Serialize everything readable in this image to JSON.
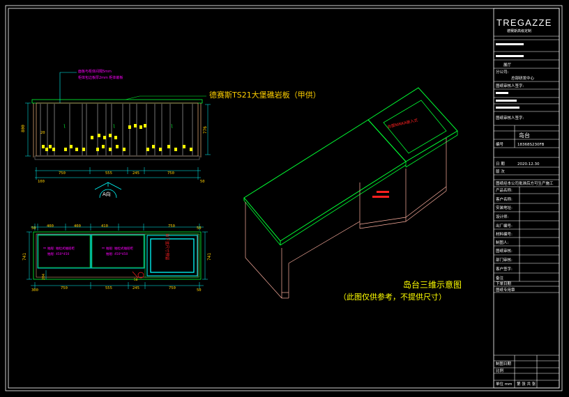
{
  "colors": {
    "background": "#000000",
    "frame": "#ffffff",
    "green": "#00ff33",
    "cyan": "#00ffff",
    "yellow": "#ffff00",
    "gold": "#ffd000",
    "magenta": "#ff00ff",
    "red": "#ff0000",
    "salmon": "#ffb0a0",
    "wood": "#d8a070",
    "gray": "#8c8c8c"
  },
  "titleblock": {
    "brand": "TREGAZZE",
    "brand_sub": "德赛斯高级定制",
    "row_shop": "展厅",
    "row_company_label": "分公司:",
    "row_company_value": "总部研发中心",
    "row_sign_label": "图纸审核人签字:",
    "drawing_name": "岛台",
    "drawing_no_label": "编号",
    "drawing_no": "18368S230FB",
    "date_label": "日 期",
    "date_value": "2020.12.30",
    "version_label": "版 次",
    "note_line": "图纸经本公司批准后方可生产施工",
    "row_product_name": "产品名称:",
    "row_client": "客户名称:",
    "row_address": "安装地址:",
    "row_designer": "设计师:",
    "row_factory_no": "出厂编号:",
    "row_material_no": "材料编号:",
    "row_draw_by": "制图人:",
    "row_drawing_review": "图纸审核:",
    "row_dept_review": "部门审核:",
    "row_signed": "客户签字:",
    "row_remark": "备注",
    "row_order_date": "下单日期",
    "row_stamp": "图纸专用章",
    "row_drawn_at": "制图日期",
    "row_unit": "单位 mm",
    "row_scale": "比例",
    "row_sheet": "第 张 共 张"
  },
  "elevation": {
    "title": "德赛斯TS21大堡礁岩板（甲供）",
    "note_line1": "面板与柜体间隔5mm",
    "note_line2": "柜体包边板厚2mm  柜体嵌板",
    "height_label": "800",
    "inner_height_label": "776",
    "kick_label": "20",
    "widths": [
      "750",
      "555",
      "245",
      "750"
    ],
    "left_gap": "100",
    "right_gap": "50",
    "view_label": "A向"
  },
  "plan": {
    "top_dims": [
      "50",
      "400",
      "400",
      "410",
      "750",
      "50"
    ],
    "bottom_dims": [
      "300",
      "750",
      "555",
      "245",
      "750",
      "50"
    ],
    "depth_left": "741",
    "depth_right": "741",
    "side_dim": "204",
    "sink_label": "台下盆尺寸预留",
    "drawer_label_1a": "抽屉: 抽拉式抽屉柜",
    "drawer_label_1b": "抽屉: 450*450",
    "drawer_label_2a": "抽屉: 抽拉式抽屉柜",
    "drawer_label_2b": "抽屉: 450*450",
    "leg_label": "A向",
    "leg_dim": "50"
  },
  "iso": {
    "screen_label": "台面NINKA嵌入式",
    "caption_title": "岛台三维示意图",
    "caption_note": "（此图仅供参考，不提供尺寸）"
  }
}
